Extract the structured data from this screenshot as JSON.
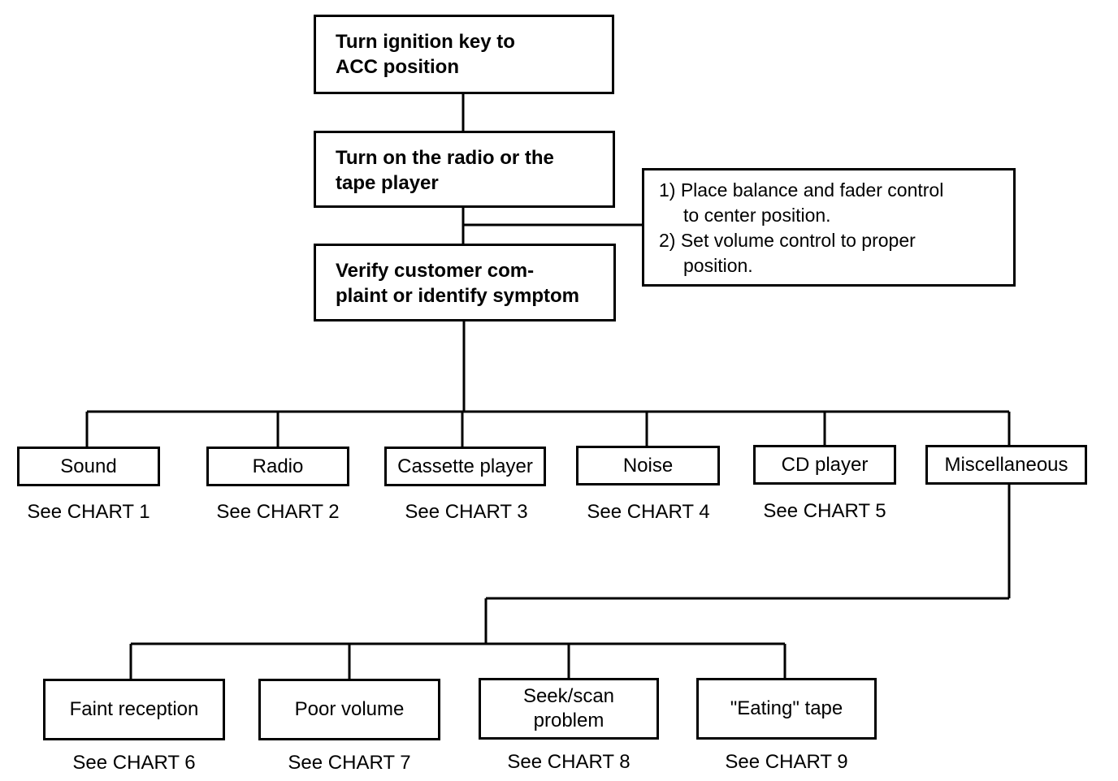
{
  "steps": [
    [
      "Turn ignition key to",
      "ACC position"
    ],
    [
      "Turn on the radio or the",
      "tape player"
    ],
    [
      "Verify customer com-",
      "plaint  or identify symptom"
    ]
  ],
  "note": {
    "item1": [
      "1) Place balance and fader control",
      "to center position."
    ],
    "item2": [
      "2) Set volume control to proper",
      "position."
    ]
  },
  "categories": [
    {
      "label": "Sound",
      "chart": "See CHART 1"
    },
    {
      "label": "Radio",
      "chart": "See CHART 2"
    },
    {
      "label": "Cassette player",
      "chart": "See CHART 3"
    },
    {
      "label": "Noise",
      "chart": "See CHART 4"
    },
    {
      "label": "CD player",
      "chart": "See CHART 5"
    },
    {
      "label": "Miscellaneous",
      "chart": ""
    }
  ],
  "misc": [
    {
      "lines": [
        "Faint reception"
      ],
      "chart": "See CHART 6"
    },
    {
      "lines": [
        "Poor volume"
      ],
      "chart": "See CHART 7"
    },
    {
      "lines": [
        "Seek/scan",
        "problem"
      ],
      "chart": "See CHART 8"
    },
    {
      "lines": [
        "\"Eating\" tape"
      ],
      "chart": "See CHART 9"
    }
  ]
}
